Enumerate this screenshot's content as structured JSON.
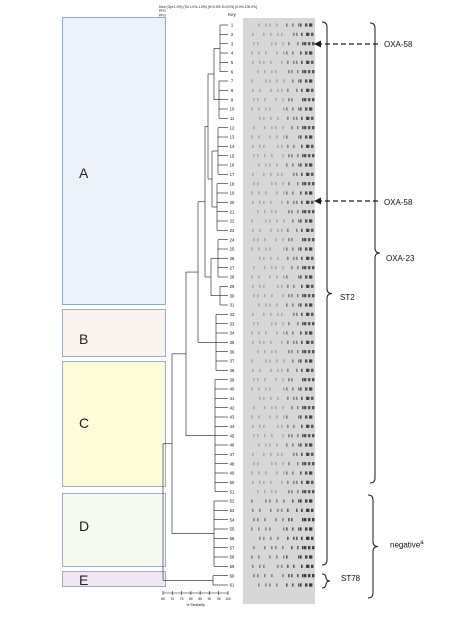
{
  "clusters": [
    {
      "label": "A",
      "fill": "#edf2fa",
      "border": "#8ea6cc"
    },
    {
      "label": "B",
      "fill": "#fbf3ee",
      "border": "#9aaecb"
    },
    {
      "label": "C",
      "fill": "#fdfbd9",
      "border": "#9aaecb"
    },
    {
      "label": "D",
      "fill": "#f5f9ef",
      "border": "#9aaecb"
    },
    {
      "label": "E",
      "fill": "#f1e6f2",
      "border": "#9aaecb"
    }
  ],
  "dendrogram": {
    "header_lines": [
      "Dice (Opt:1.0%) (Tol 1.0%-1.0%) (H>0.0% S>0.0%) [0.0%-100.0%]",
      "PFG",
      "PFG"
    ],
    "key_label": "Key",
    "isolate_ids": [
      "1",
      "2",
      "3",
      "4",
      "5",
      "6",
      "7",
      "8",
      "9",
      "10",
      "11",
      "12",
      "13",
      "14",
      "15",
      "16",
      "17",
      "18",
      "19",
      "20",
      "21",
      "22",
      "23",
      "24",
      "25",
      "26",
      "27",
      "28",
      "29",
      "30",
      "31",
      "32",
      "33",
      "34",
      "35",
      "36",
      "37",
      "38",
      "39",
      "40",
      "41",
      "42",
      "43",
      "44",
      "45",
      "46",
      "47",
      "48",
      "49",
      "50",
      "51",
      "52",
      "53",
      "54",
      "55",
      "56",
      "57",
      "58",
      "59",
      "60",
      "61"
    ],
    "similarity_axis": {
      "ticks": [
        "65",
        "70",
        "75",
        "80",
        "85",
        "90",
        "95",
        "100"
      ],
      "label": "% Similarity"
    }
  },
  "annotations": {
    "oxa58_top": "OXA-58",
    "oxa58_mid": "OXA-58",
    "oxa23": "OXA-23",
    "st2": "ST2",
    "negative": "negative",
    "negative_sup": "a",
    "st78": "ST78"
  },
  "colors": {
    "gel_background": "#d7d7d7",
    "band": "#3c3c3c",
    "line": "#1a1a1a"
  }
}
